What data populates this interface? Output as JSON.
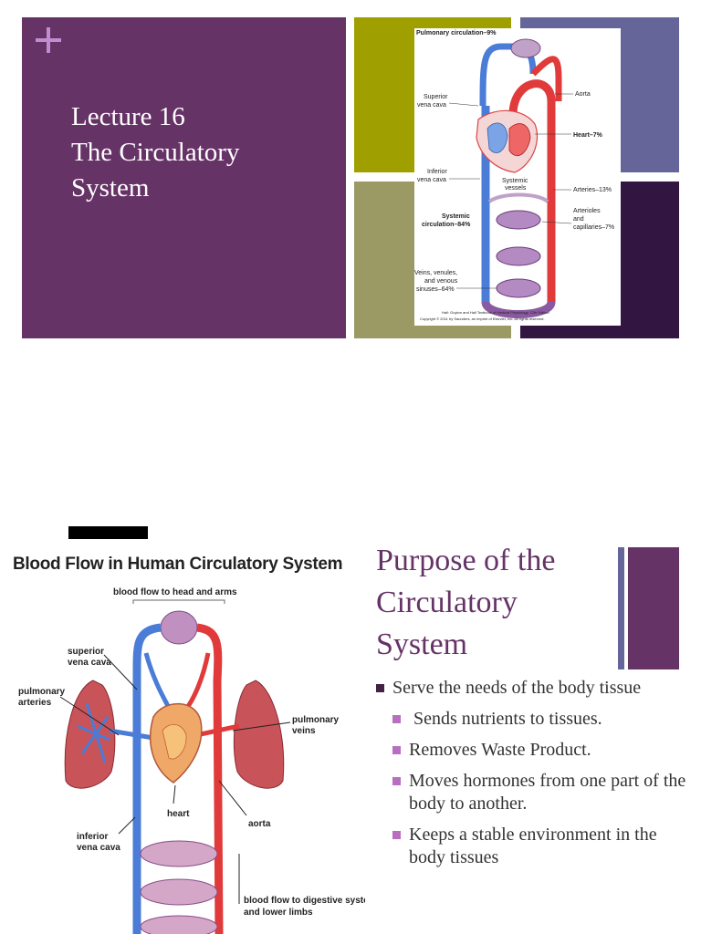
{
  "slide1": {
    "title_lines": [
      "Lecture 16",
      "The Circulatory",
      "System"
    ],
    "diagram": {
      "pulmonary": "Pulmonary circulation–9%",
      "superior_vc_1": "Superior",
      "superior_vc_2": "vena cava",
      "aorta": "Aorta",
      "heart": "Heart–7%",
      "inferior_vc_1": "Inferior",
      "inferior_vc_2": "vena cava",
      "systemic_vessels_1": "Systemic",
      "systemic_vessels_2": "vessels",
      "arteries": "Arteries–13%",
      "arterioles_1": "Arterioles",
      "arterioles_2": "and",
      "arterioles_3": "capillaries–7%",
      "systemic_circ_1": "Systemic",
      "systemic_circ_2": "circulation–84%",
      "veins_1": "Veins, venules,",
      "veins_2": "and venous",
      "veins_3": "sinuses–64%",
      "credit_1": "Hall: Guyton and Hall Textbook of Medical Physiology, 12th Edition",
      "credit_2": "Copyright © 2011 by Saunders, an imprint of Elsevier, Inc. All rights reserved."
    }
  },
  "slide2": {
    "diagram": {
      "title": "Blood Flow  in Human Circulatory System",
      "head_arms": "blood flow to head and arms",
      "superior_1": "superior",
      "superior_2": "vena cava",
      "pulm_art_1": "pulmonary",
      "pulm_art_2": "arteries",
      "pulm_vein_1": "pulmonary",
      "pulm_vein_2": "veins",
      "heart": "heart",
      "aorta": "aorta",
      "inferior_1": "inferior",
      "inferior_2": "vena cava",
      "digestive_1": "blood flow to digestive system",
      "digestive_2": "and lower limbs"
    },
    "heading_lines": [
      "Purpose of the",
      "Circulatory",
      "System"
    ],
    "bullet_main": "Serve the needs of the body tissue",
    "sub_bullets": [
      " Sends nutrients to tissues.",
      "Removes Waste Product.",
      "Moves hormones from one part of the body to another.",
      "Keeps a stable environment in the body tissues"
    ]
  },
  "colors": {
    "slide_purple": "#663366",
    "olive": "#a09f00",
    "slate_blue": "#66659a",
    "sage": "#9c9a64",
    "dark_plum": "#321541",
    "plus_icon": "#c08ed0",
    "artery_red": "#e13a3a",
    "vein_blue": "#4a7cd8"
  }
}
